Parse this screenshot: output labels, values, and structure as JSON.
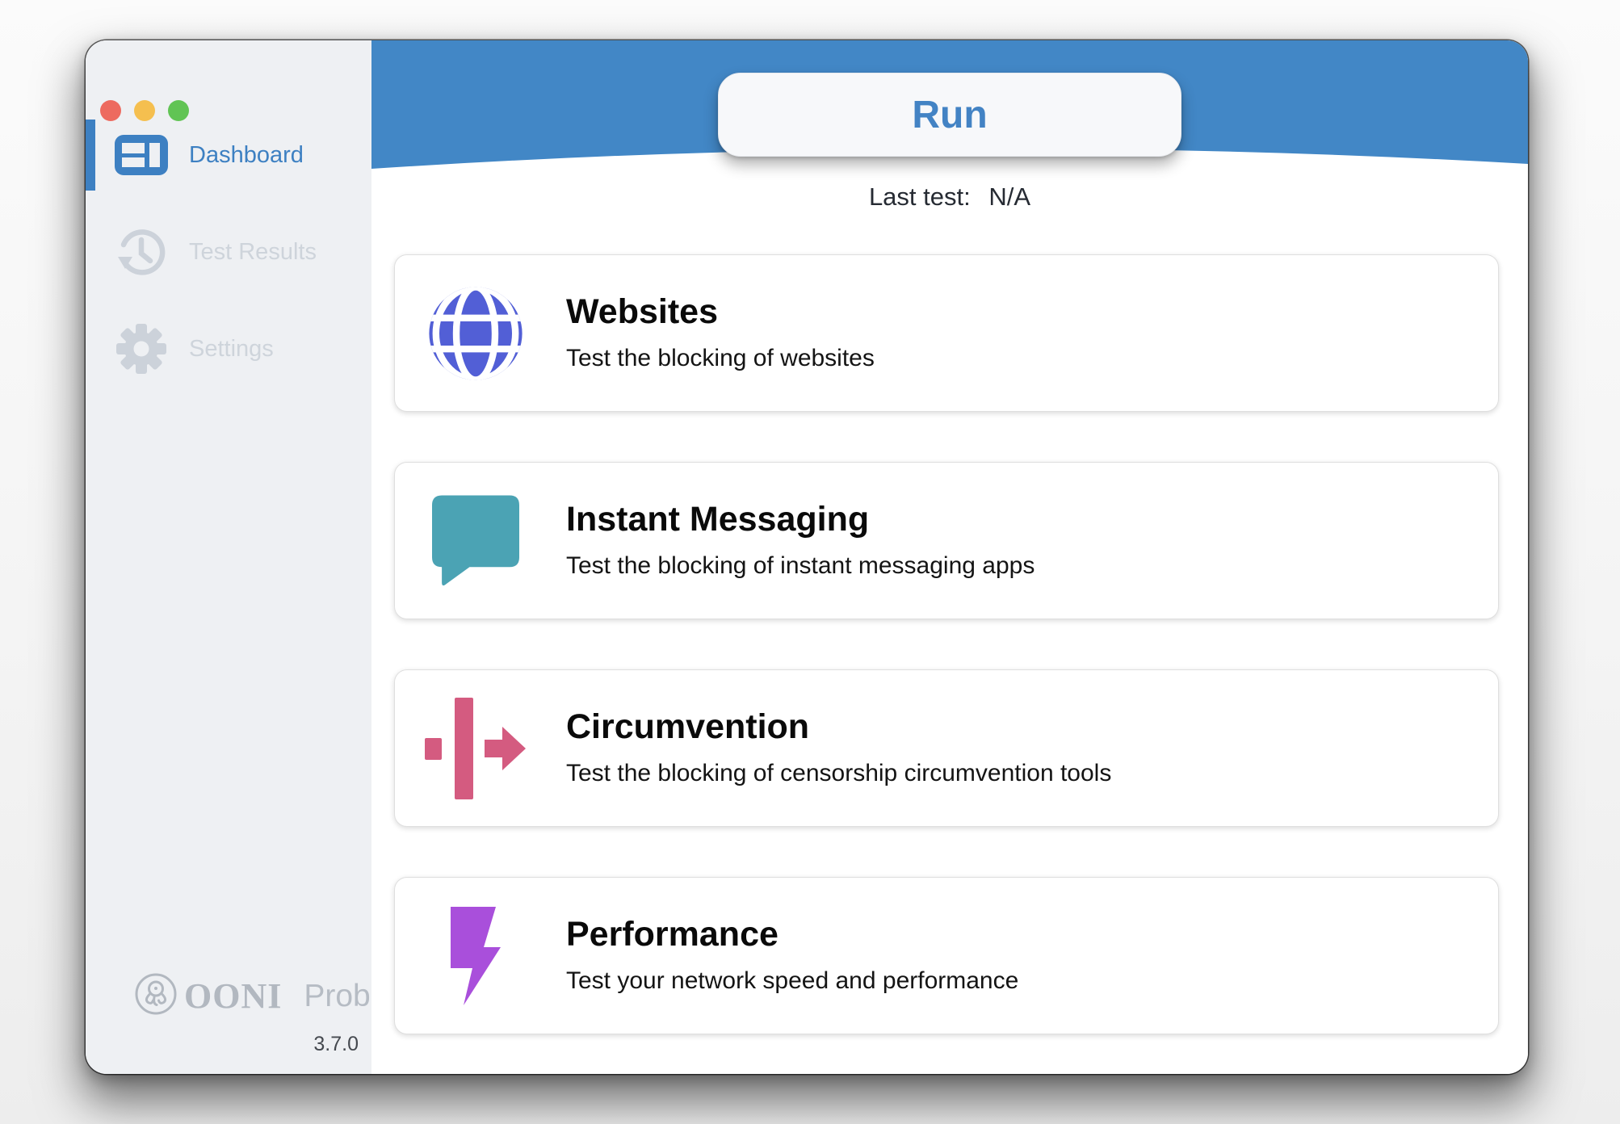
{
  "colors": {
    "accent_blue": "#4287c6",
    "sidebar_active_blue": "#3d80c2",
    "run_text_blue": "#4383c4",
    "inactive_gray": "#ccd2da",
    "logo_gray": "#b2b8c0",
    "version_text": "#45494f",
    "traffic_red": "#ed6a5f",
    "traffic_yellow": "#f5bf4f",
    "traffic_green": "#61c454",
    "websites_icon": "#525fd6",
    "instant_messaging_icon": "#4ba3b4",
    "circumvention_icon": "#d45b80",
    "performance_icon": "#a94fdb"
  },
  "sidebar": {
    "items": [
      {
        "label": "Dashboard",
        "icon": "dashboard-icon",
        "active": true
      },
      {
        "label": "Test Results",
        "icon": "history-icon",
        "active": false
      },
      {
        "label": "Settings",
        "icon": "gear-icon",
        "active": false
      }
    ],
    "logo": {
      "brand": "OONI",
      "product": "Probe",
      "icon": "octopus-logo-icon",
      "version": "3.7.0"
    }
  },
  "header": {
    "run_button": "Run",
    "last_test_label": "Last test:",
    "last_test_value": "N/A"
  },
  "cards": [
    {
      "title": "Websites",
      "subtitle": "Test the blocking of websites",
      "icon": "globe-icon"
    },
    {
      "title": "Instant Messaging",
      "subtitle": "Test the blocking of instant messaging apps",
      "icon": "chat-bubble-icon"
    },
    {
      "title": "Circumvention",
      "subtitle": "Test the blocking of censorship circumvention tools",
      "icon": "split-bar-arrow-icon"
    },
    {
      "title": "Performance",
      "subtitle": "Test your network speed and performance",
      "icon": "lightning-bolt-icon"
    }
  ]
}
